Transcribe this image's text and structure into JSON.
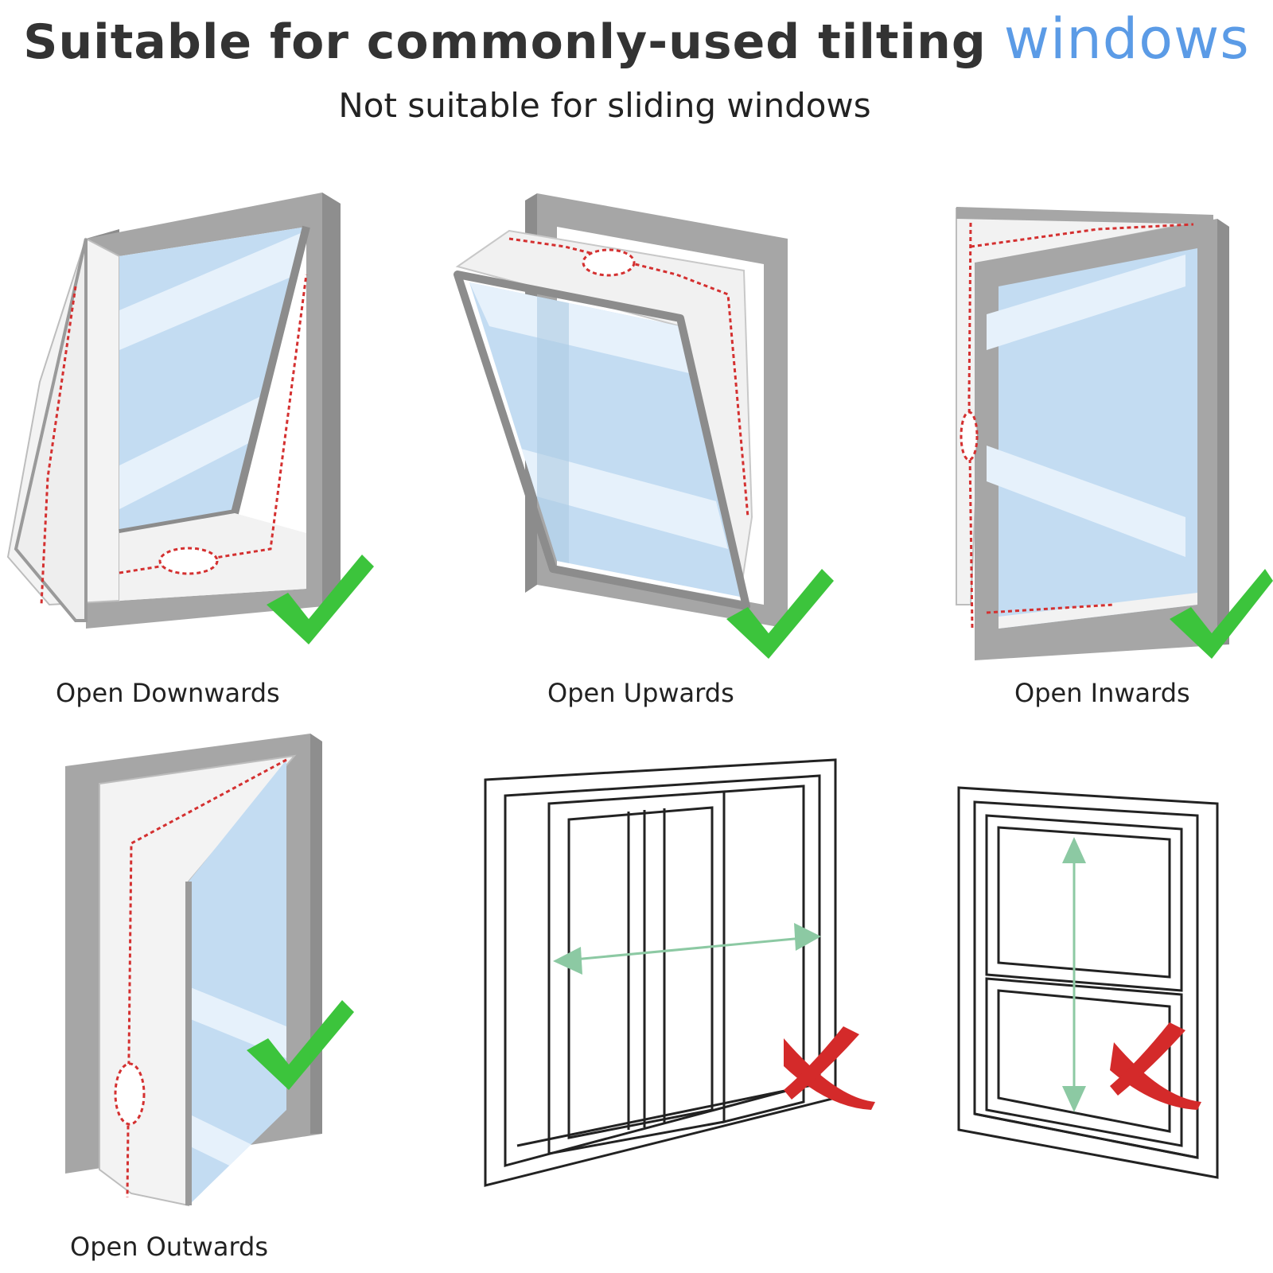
{
  "header": {
    "title": "Suitable for commonly-used tilting",
    "title_accent": "windows",
    "subtitle": "Not suitable for sliding windows"
  },
  "panels": [
    {
      "label": "Open Downwards",
      "icon": "check-icon"
    },
    {
      "label": "Open Upwards",
      "icon": "check-icon"
    },
    {
      "label": "Open Inwards",
      "icon": "check-icon"
    },
    {
      "label": "Open Outwards",
      "icon": "check-icon"
    },
    {
      "label": "",
      "icon": "cross-icon"
    },
    {
      "label": "",
      "icon": "cross-icon"
    }
  ],
  "colors": {
    "accent": "#5b9be6",
    "frame": "#a6a6a6",
    "glass": "#c3dcf2",
    "check": "#3cc43c",
    "cross": "#d42a2a",
    "seal_line": "#d43030",
    "arrow": "#8cc9a3"
  }
}
